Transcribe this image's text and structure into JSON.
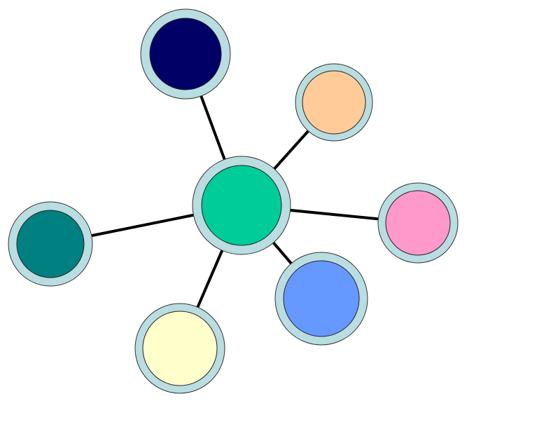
{
  "diagram": {
    "type": "hub-and-spoke",
    "ring_color": "#B9DDE0",
    "hub": {
      "fill": "#00CC99"
    },
    "satellites": [
      {
        "id": "navy",
        "fill": "#000066"
      },
      {
        "id": "peach",
        "fill": "#FFCC99"
      },
      {
        "id": "pink",
        "fill": "#FF99CC"
      },
      {
        "id": "blue",
        "fill": "#6699FF"
      },
      {
        "id": "yellow",
        "fill": "#FFFFCC"
      },
      {
        "id": "teal",
        "fill": "#008080"
      }
    ]
  }
}
